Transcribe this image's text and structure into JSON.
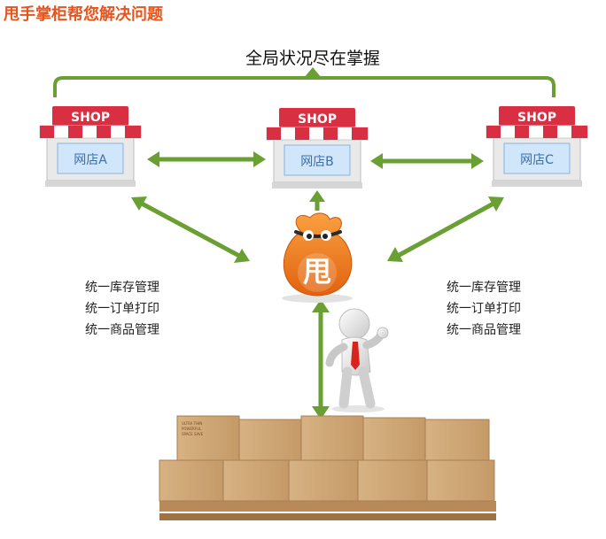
{
  "page_title": "甩手掌柜帮您解决问题",
  "top_label": "全局状况尽在掌握",
  "shops": [
    {
      "sign": "SHOP",
      "name": "网店A"
    },
    {
      "sign": "SHOP",
      "name": "网店B"
    },
    {
      "sign": "SHOP",
      "name": "网店C"
    }
  ],
  "bag_character": "甩",
  "features_left": [
    "统一库存管理",
    "统一订单打印",
    "统一商品管理"
  ],
  "features_right": [
    "统一库存管理",
    "统一订单打印",
    "统一商品管理"
  ],
  "box_text": [
    "ULTRA THIN",
    "POWERFUL",
    "SPACE SAVE"
  ],
  "colors": {
    "title": "#e8541c",
    "arrow": "#6aa033",
    "awning_red": "#d92f43",
    "bag": "#f07a1a"
  }
}
